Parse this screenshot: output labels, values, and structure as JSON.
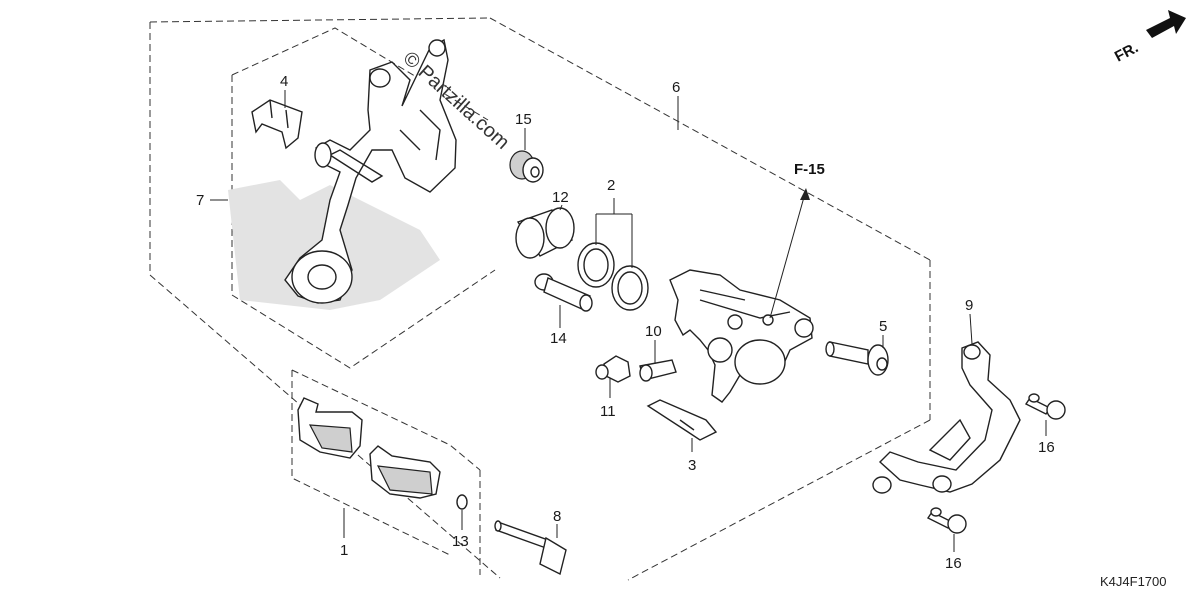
{
  "direction_label": "FR.",
  "reference_label": "F-15",
  "watermark": "© Partzilla.com",
  "diagram_code": "K4J4F1700",
  "callouts": {
    "c1": "1",
    "c2": "2",
    "c3": "3",
    "c4": "4",
    "c5": "5",
    "c6": "6",
    "c7": "7",
    "c8": "8",
    "c9": "9",
    "c10": "10",
    "c11": "11",
    "c12": "12",
    "c13": "13",
    "c14": "14",
    "c15": "15",
    "c16a": "16",
    "c16b": "16"
  }
}
